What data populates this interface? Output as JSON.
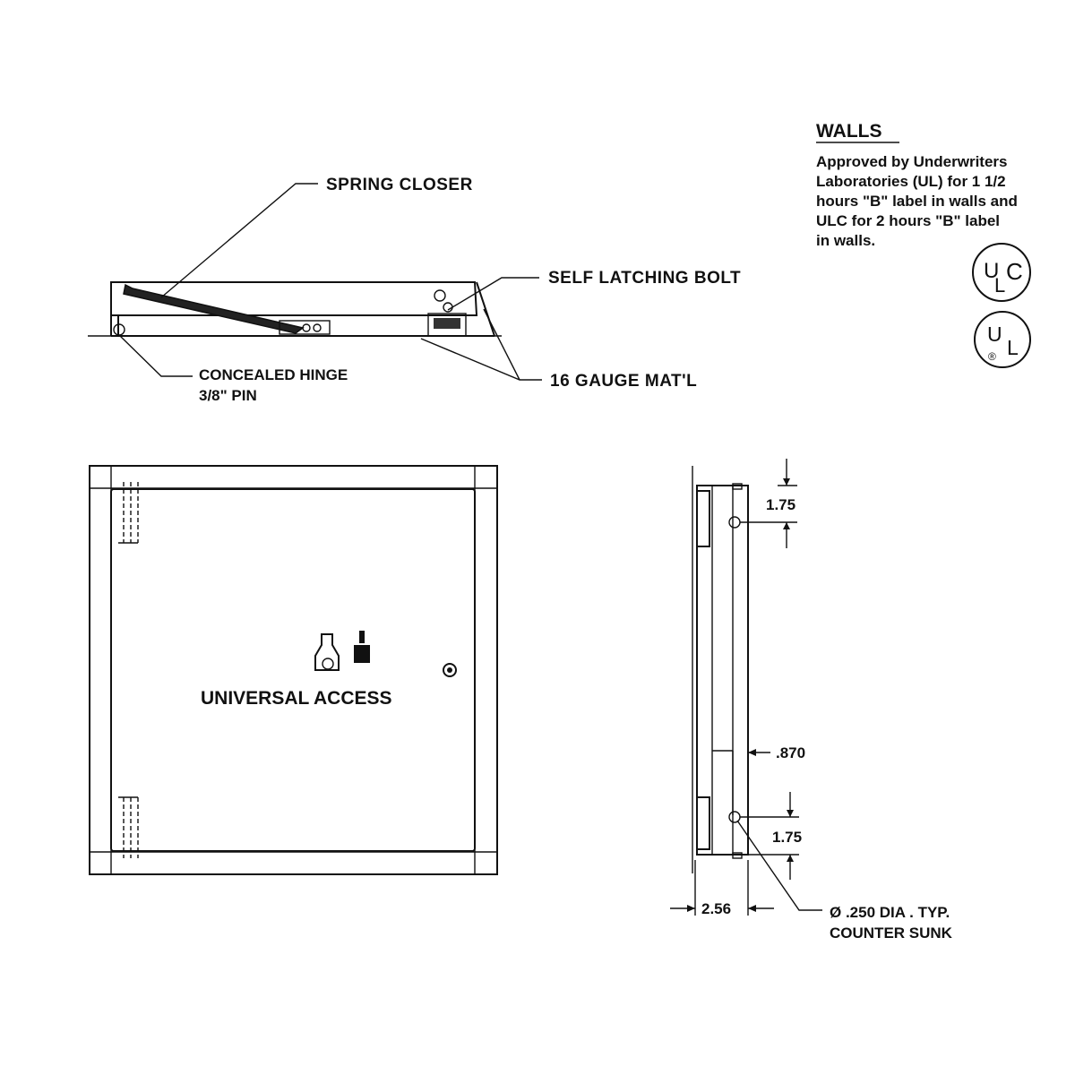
{
  "labels": {
    "spring_closer": "SPRING CLOSER",
    "self_latching_bolt": "SELF LATCHING BOLT",
    "concealed_hinge": "CONCEALED HINGE",
    "pin": "3/8\" PIN",
    "gauge": "16 GAUGE MAT'L",
    "universal_access": "UNIVERSAL ACCESS"
  },
  "walls": {
    "title": "WALLS",
    "lines": [
      "Approved by Underwriters",
      "Laboratories (UL) for 1 1/2",
      "hours \"B\" label in walls and",
      "ULC for 2 hours \"B\" label",
      "in walls."
    ]
  },
  "marks": {
    "ulc": {
      "u": "U",
      "l": "L",
      "c": "C"
    },
    "ul": {
      "u": "U",
      "l": "L",
      "r": "®"
    }
  },
  "dimensions": {
    "top_offset": "1.75",
    "flange": ".870",
    "bottom_offset": "1.75",
    "depth": "2.56",
    "hole_line1": "Ø   .250 DIA . TYP.",
    "hole_line2": "COUNTER SUNK"
  }
}
